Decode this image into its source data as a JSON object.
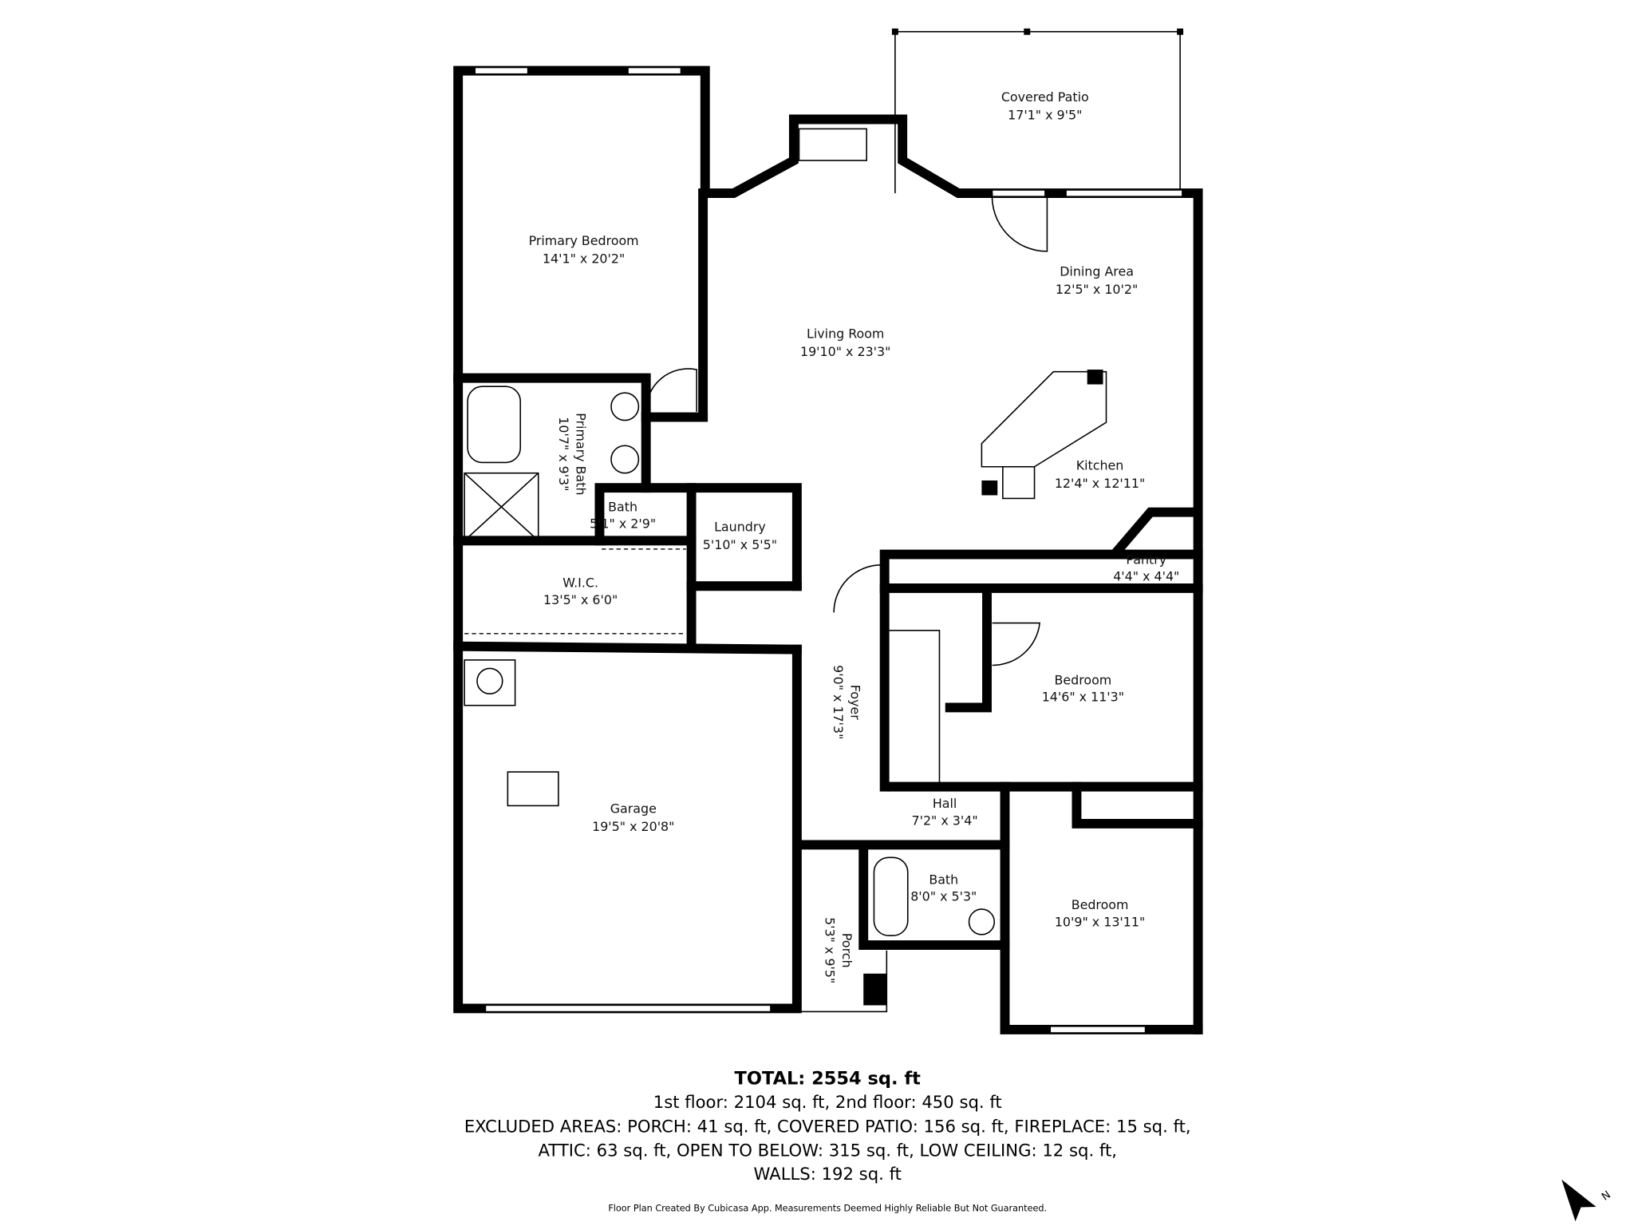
{
  "rooms": [
    {
      "name": "Covered Patio",
      "size": "17'1\" x 9'5\""
    },
    {
      "name": "Primary Bedroom",
      "size": "14'1\" x 20'2\""
    },
    {
      "name": "Dining Area",
      "size": "12'5\" x 10'2\""
    },
    {
      "name": "Living Room",
      "size": "19'10\" x 23'3\""
    },
    {
      "name": "Kitchen",
      "size": "12'4\" x 12'11\""
    },
    {
      "name": "Primary Bath",
      "size": "10'7\" x 9'3\""
    },
    {
      "name": "Bath",
      "size": "5'1\" x 2'9\""
    },
    {
      "name": "Laundry",
      "size": "5'10\" x 5'5\""
    },
    {
      "name": "Pantry",
      "size": "4'4\" x 4'4\""
    },
    {
      "name": "W.I.C.",
      "size": "13'5\" x 6'0\""
    },
    {
      "name": "Bedroom",
      "size": "14'6\" x 11'3\""
    },
    {
      "name": "Foyer",
      "size": "9'0\" x 17'3\""
    },
    {
      "name": "Hall",
      "size": "7'2\" x 3'4\""
    },
    {
      "name": "Garage",
      "size": "19'5\" x 20'8\""
    },
    {
      "name": "Bath",
      "size": "8'0\" x 5'3\""
    },
    {
      "name": "Bedroom",
      "size": "10'9\" x 13'11\""
    },
    {
      "name": "Porch",
      "size": "5'3\" x 9'5\""
    }
  ],
  "summary": {
    "total": "TOTAL: 2554 sq. ft",
    "floors": "1st floor: 2104 sq. ft, 2nd floor: 450 sq. ft",
    "excluded_1": "EXCLUDED AREAS: PORCH: 41 sq. ft, COVERED PATIO: 156 sq. ft, FIREPLACE: 15 sq. ft,",
    "excluded_2": "ATTIC: 63 sq. ft, OPEN TO BELOW: 315 sq. ft, LOW CEILING: 12 sq. ft,",
    "excluded_3": "WALLS: 192 sq. ft",
    "footer": "Floor Plan Created By Cubicasa App. Measurements Deemed Highly Reliable But Not Guaranteed."
  },
  "compass": {
    "label": "N",
    "icon": "north-arrow-icon"
  }
}
